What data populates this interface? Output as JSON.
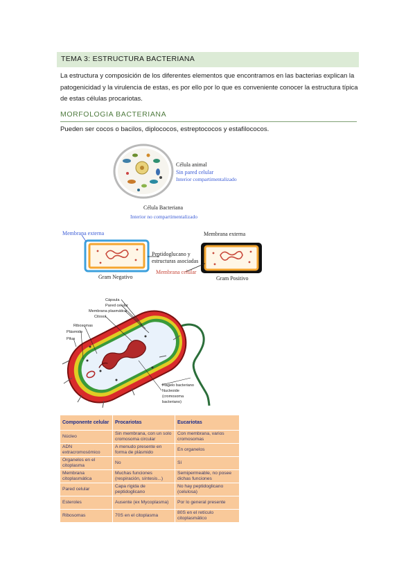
{
  "title": "TEMA 3: ESTRUCTURA BACTERIANA",
  "intro": "La estructura y composición de los diferentes elementos que encontramos en las bacterias explican la patogenicidad y la virulencia de estas, es por ello por lo que es conveniente conocer la estructura típica de estas células procariotas.",
  "section": {
    "heading": "MORFOLOGIA BACTERIANA",
    "text": "Pueden ser cocos o bacilos, diplococos, estreptococos y estafilococos."
  },
  "figure1": {
    "animal_title": "Célula animal",
    "animal_sub1": "Sin pared celular",
    "animal_sub2": "Interior compartimentalizado",
    "bacterial_title": "Célula Bacteriana",
    "bacterial_sub": "Interior no compartimentalizado"
  },
  "figure2": {
    "outer_membrane": "Membrana externa",
    "outer_membrane_right": "Membrana externa",
    "peptidoglycan_1": "Peptidoglucano y",
    "peptidoglycan_2": "estructuras asociadas",
    "cell_membrane": "Membrana celular",
    "gram_negative": "Gram Negativo",
    "gram_positive": "Gram Positivo"
  },
  "figure3": {
    "labels": [
      "Cápsula",
      "Pared celular",
      "Membrana plasmática",
      "Citosol",
      "Ribosomas",
      "Plásmido",
      "Pilus"
    ],
    "flagellum": "Flagelo bacteriano",
    "nucleoid_1": "Nucleoide",
    "nucleoid_2": "(cromosoma",
    "nucleoid_3": "bacteriano)"
  },
  "table": {
    "headers": [
      "Componente celular",
      "Procariotas",
      "Eucariotas"
    ],
    "rows": [
      [
        "Núcleo",
        "Sin membrana, con un solo cromosoma circular",
        "Con membrana, varios cromosomas"
      ],
      [
        "ADN extracromosómico",
        "A menudo presente en forma de plásmido",
        "En organelos"
      ],
      [
        "Organelos en el citoplasma",
        "No",
        "Sí"
      ],
      [
        "Membrana citoplasmática",
        "Muchas funciones (respiración, síntesis...)",
        "Semipermeable, no posee dichas funciones"
      ],
      [
        "Pared celular",
        "Capa rígida de peptidoglicano",
        "No hay peptidoglicano (celulosa)"
      ],
      [
        "Esteroles",
        "Ausente (ex Mycoplasma)",
        "Por lo general presente"
      ],
      [
        "Ribosomas",
        "70S en el citoplasma",
        "80S en el retículo citoplasmático"
      ]
    ]
  }
}
